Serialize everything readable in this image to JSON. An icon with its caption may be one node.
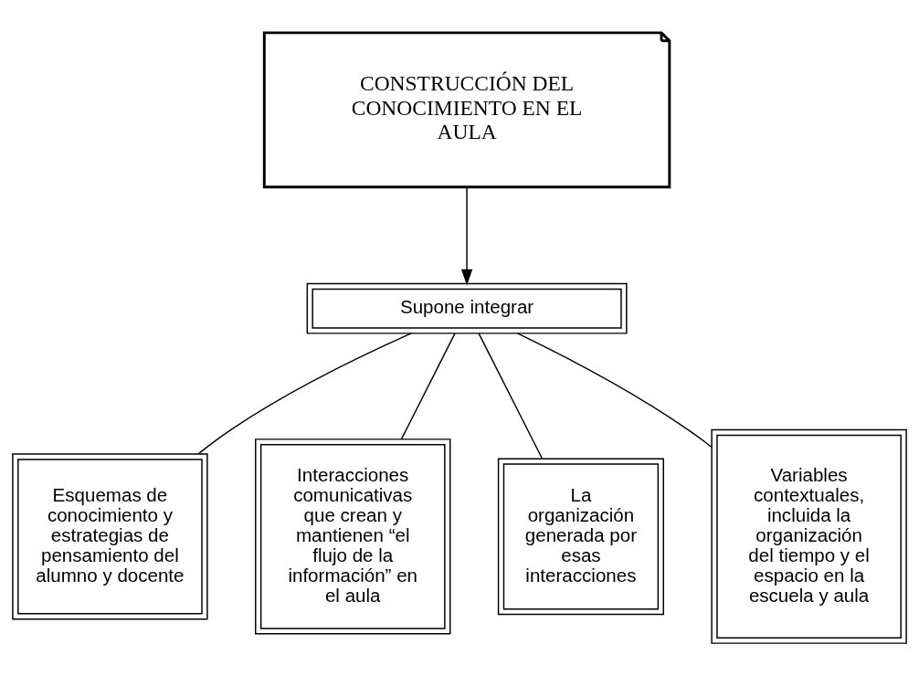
{
  "diagram": {
    "nodes": [
      {
        "text": [
          "CONSTRUCCIÓN DEL CONOCIMIENTO EN EL AULA"
        ]
      },
      {
        "text": [
          "Supone integrar"
        ]
      },
      {
        "text": [
          "Esquemas de conocimiento y estrategias de pensamiento del alumno y docente"
        ]
      },
      {
        "text": [
          "Interacciones comunicativas que crean y mantienen “el flujo de la información” en el aula"
        ]
      },
      {
        "text": [
          "La organización generada por esas interacciones"
        ]
      },
      {
        "text": [
          "Variables contextuales, incluida la organización del tiempo y el espacio en la escuela y aula"
        ]
      }
    ],
    "edges": [
      {
        "from": 0,
        "to": 1,
        "arrow": "to"
      },
      {
        "from": 1,
        "to": 2,
        "arrow": "none"
      },
      {
        "from": 1,
        "to": 3,
        "arrow": "none"
      },
      {
        "from": 1,
        "to": 4,
        "arrow": "none"
      },
      {
        "from": 1,
        "to": 5,
        "arrow": "none"
      }
    ]
  }
}
